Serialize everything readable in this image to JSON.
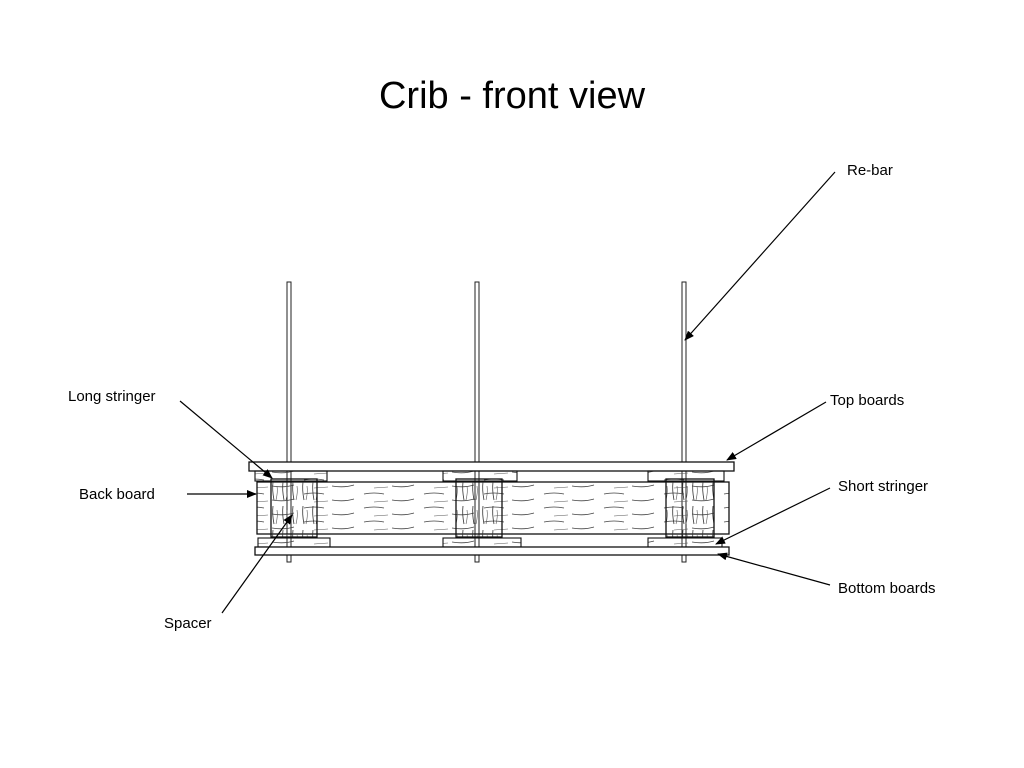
{
  "title": "Crib - front view",
  "labels": {
    "rebar": "Re-bar",
    "long_stringer": "Long stringer",
    "top_boards": "Top boards",
    "back_board": "Back board",
    "short_stringer": "Short stringer",
    "bottom_boards": "Bottom boards",
    "spacer": "Spacer"
  }
}
